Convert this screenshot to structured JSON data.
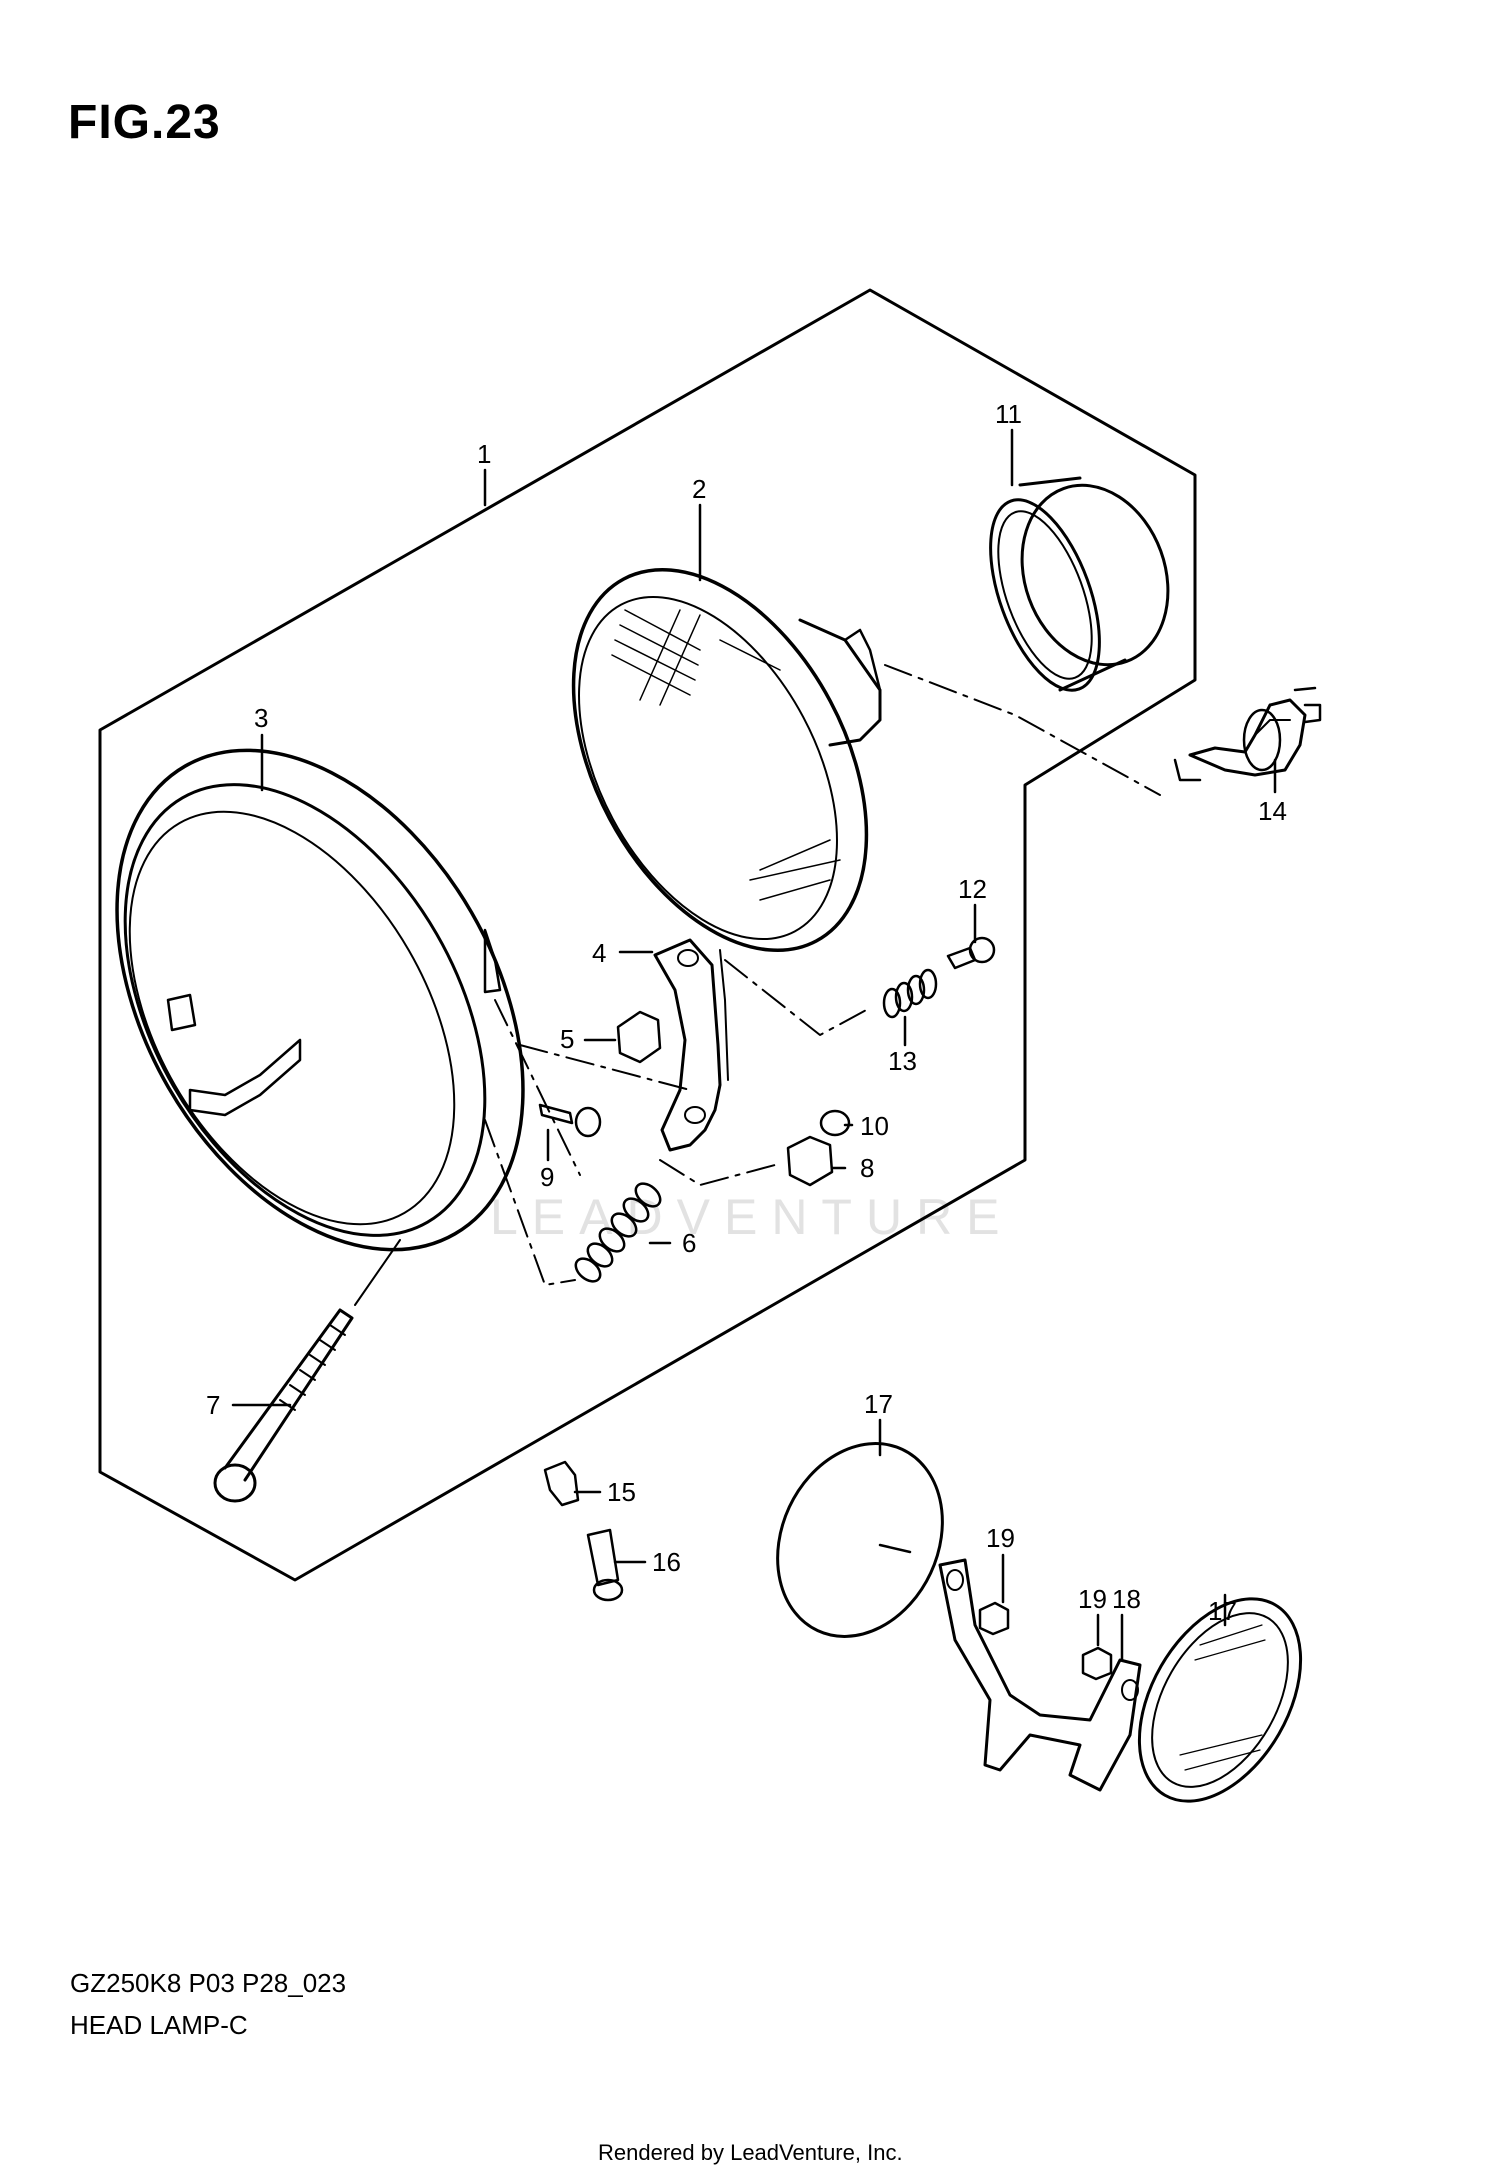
{
  "figure": {
    "title": "FIG.23",
    "model_code": "GZ250K8 P03 P28_023",
    "name": "HEAD LAMP-C",
    "credit": "Rendered by LeadVenture, Inc.",
    "watermark": "LEADVENTURE"
  },
  "callouts": {
    "c1": "1",
    "c2": "2",
    "c3": "3",
    "c4": "4",
    "c5": "5",
    "c6": "6",
    "c7": "7",
    "c8": "8",
    "c9": "9",
    "c10": "10",
    "c11": "11",
    "c12": "12",
    "c13": "13",
    "c14": "14",
    "c15": "15",
    "c16": "16",
    "c17a": "17",
    "c17b": "17",
    "c18": "18",
    "c19a": "19",
    "c19b": "19"
  }
}
